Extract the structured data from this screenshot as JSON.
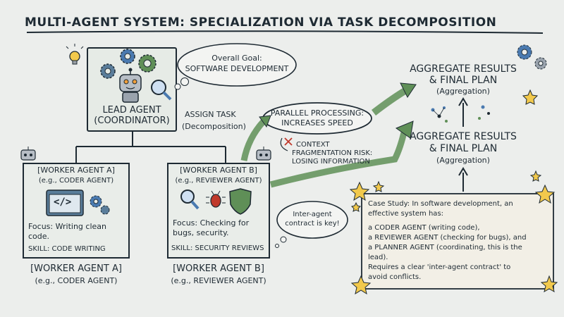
{
  "title": "MULTI-AGENT SYSTEM: SPECIALIZATION VIA TASK DECOMPOSITION",
  "lead": {
    "title": "LEAD AGENT",
    "subtitle": "(COORDINATOR)"
  },
  "goal_bubble": {
    "line1": "Overall Goal:",
    "line2": "SOFTWARE DEVELOPMENT"
  },
  "assign": {
    "line1": "ASSIGN TASK",
    "line2": "(Decomposition)"
  },
  "parallel": {
    "line1": "PARALLEL PROCESSING:",
    "line2": "INCREASES SPEED"
  },
  "risk": {
    "line1": "CONTEXT",
    "line2": "FRAGMENTATION RISK:",
    "line3": "LOSING INFORMATION"
  },
  "aggregate_top": {
    "line1": "AGGREGATE RESULTS",
    "line2": "& FINAL PLAN",
    "line3": "(Aggregation)"
  },
  "aggregate_mid": {
    "line1": "AGGREGATE RESULTS",
    "line2": "& FINAL PLAN",
    "line3": "(Aggregation)"
  },
  "worker_a": {
    "title": "[WORKER AGENT A]",
    "example": "(e.g., CODER AGENT)",
    "focus1": "Focus: Writing clean",
    "focus2": "code.",
    "skill": "SKILL: CODE WRITING",
    "below_title": "[WORKER AGENT A]",
    "below_example": "(e.g., CODER AGENT)"
  },
  "worker_b": {
    "title": "[WORKER AGENT B]",
    "example": "(e.g., REVIEWER AGENT)",
    "focus1": "Focus: Checking for",
    "focus2": "bugs, security.",
    "skill": "SKILL: SECURITY REVIEWS",
    "below_title": "[WORKER AGENT B]",
    "below_example": "(e.g., REVIEWER AGENT)"
  },
  "contract_bubble": {
    "line1": "Inter-agent",
    "line2": "contract is key!"
  },
  "case_study": {
    "lines": [
      "Case Study: In software development, an",
      "effective system has:",
      "a CODER AGENT (writing code),",
      "a REVIEWER AGENT (checking for bugs), and",
      "a PLANNER AGENT (coordinating, this is the",
      "lead).",
      "Requires a clear 'inter-agent contract' to",
      "avoid conflicts."
    ]
  },
  "colors": {
    "ink": "#1e2a33",
    "green": "#5f8f57",
    "blue": "#4a7ab0",
    "gold": "#f2c94c",
    "bg": "#eceeec"
  }
}
